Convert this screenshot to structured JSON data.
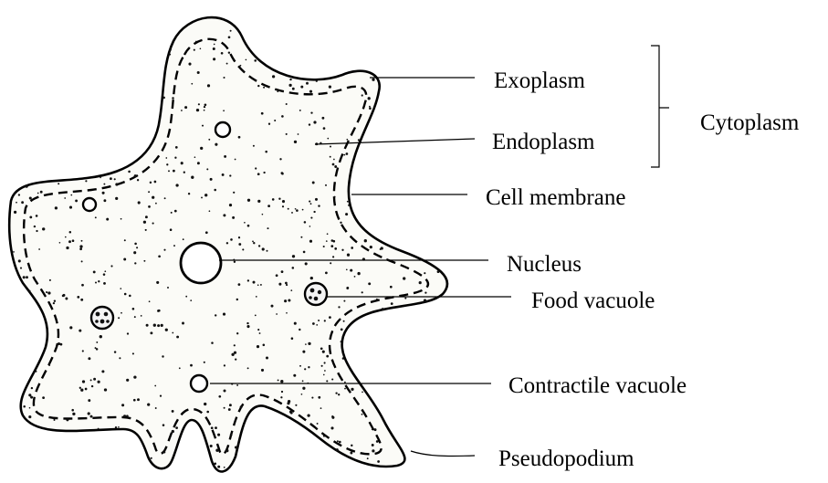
{
  "labels": {
    "exoplasm": "Exoplasm",
    "endoplasm": "Endoplasm",
    "cytoplasm": "Cytoplasm",
    "cell_membrane": "Cell membrane",
    "nucleus": "Nucleus",
    "food_vacuole": "Food vacuole",
    "contractile_vacuole": "Contractile vacuole",
    "pseudopodium": "Pseudopodium"
  },
  "colors": {
    "line": "#000000",
    "background": "#ffffff"
  }
}
